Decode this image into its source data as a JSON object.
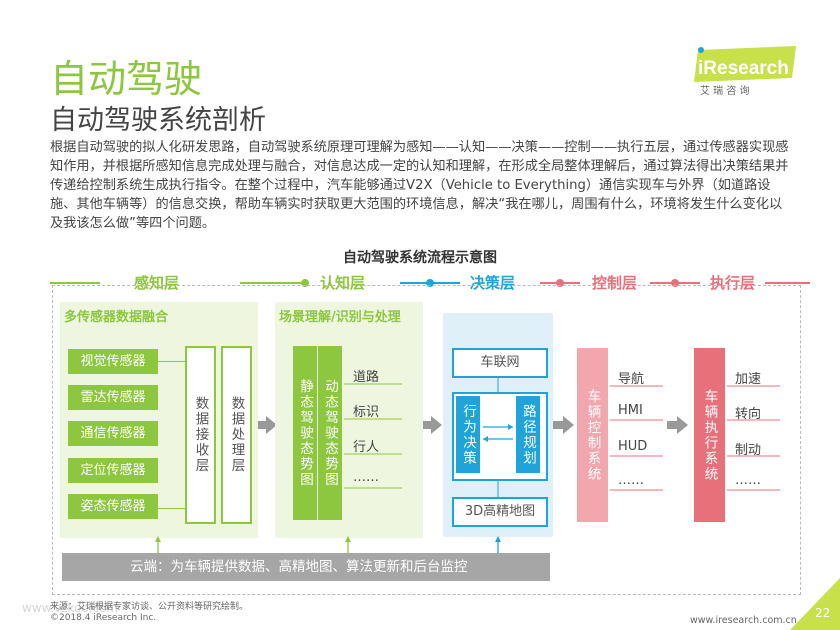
{
  "header": {
    "title": "自动驾驶",
    "subtitle": "自动驾驶系统剖析",
    "intro": "根据自动驾驶的拟人化研发思路，自动驾驶系统原理可理解为感知——认知——决策——控制——执行五层，通过传感器实现感知作用，并根据所感知信息完成处理与融合，对信息达成一定的认知和理解，在形成全局整体理解后，通过算法得出决策结果并传递给控制系统生成执行指令。在整个过程中，汽车能够通过V2X（Vehicle to Everything）通信实现车与外界（如道路设施、其他车辆等）的信息交换，帮助车辆实时获取更大范围的环境信息，解决“我在哪儿，周围有什么，环境将发生什么变化以及我该怎么做”等四个问题。"
  },
  "logo": {
    "brand": "iResearch",
    "cn": "艾 瑞 咨 询"
  },
  "diagram": {
    "title": "自动驾驶系统流程示意图",
    "layers": [
      "感知层",
      "认知层",
      "决策层",
      "控制层",
      "执行层"
    ],
    "layer_colors": [
      "#8dc63f",
      "#8dc63f",
      "#1fa3d8",
      "#e8707a",
      "#e8707a"
    ],
    "perception": {
      "heading": "多传感器数据融合",
      "sensors": [
        "视觉传感器",
        "雷达传感器",
        "通信传感器",
        "定位传感器",
        "姿态传感器"
      ],
      "receive": "数据接收层",
      "process": "数据处理层"
    },
    "cognition": {
      "heading": "场景理解/识别与处理",
      "static": "静态驾驶态势图",
      "dynamic": "动态驾驶态势图",
      "items": [
        "道路",
        "标识",
        "行人",
        "……"
      ]
    },
    "decision": {
      "v2x": "车联网",
      "behavior": "行为决策",
      "path": "路径规划",
      "map": "3D高精地图"
    },
    "control": {
      "system": "车辆控制系统",
      "items": [
        "导航",
        "HMI",
        "HUD",
        "……"
      ]
    },
    "execution": {
      "system": "车辆执行系统",
      "items": [
        "加速",
        "转向",
        "制动",
        "……"
      ]
    },
    "cloud": "云端：为车辆提供数据、高精地图、算法更新和后台监控"
  },
  "footer": {
    "source": "来源：艾瑞根据专家访谈、公开资料等研究绘制。",
    "copyright": "©2018.4 iResearch Inc.",
    "url": "www.iresearch.com.cn",
    "watermark": "www.vzkoo.com",
    "page": "22"
  }
}
